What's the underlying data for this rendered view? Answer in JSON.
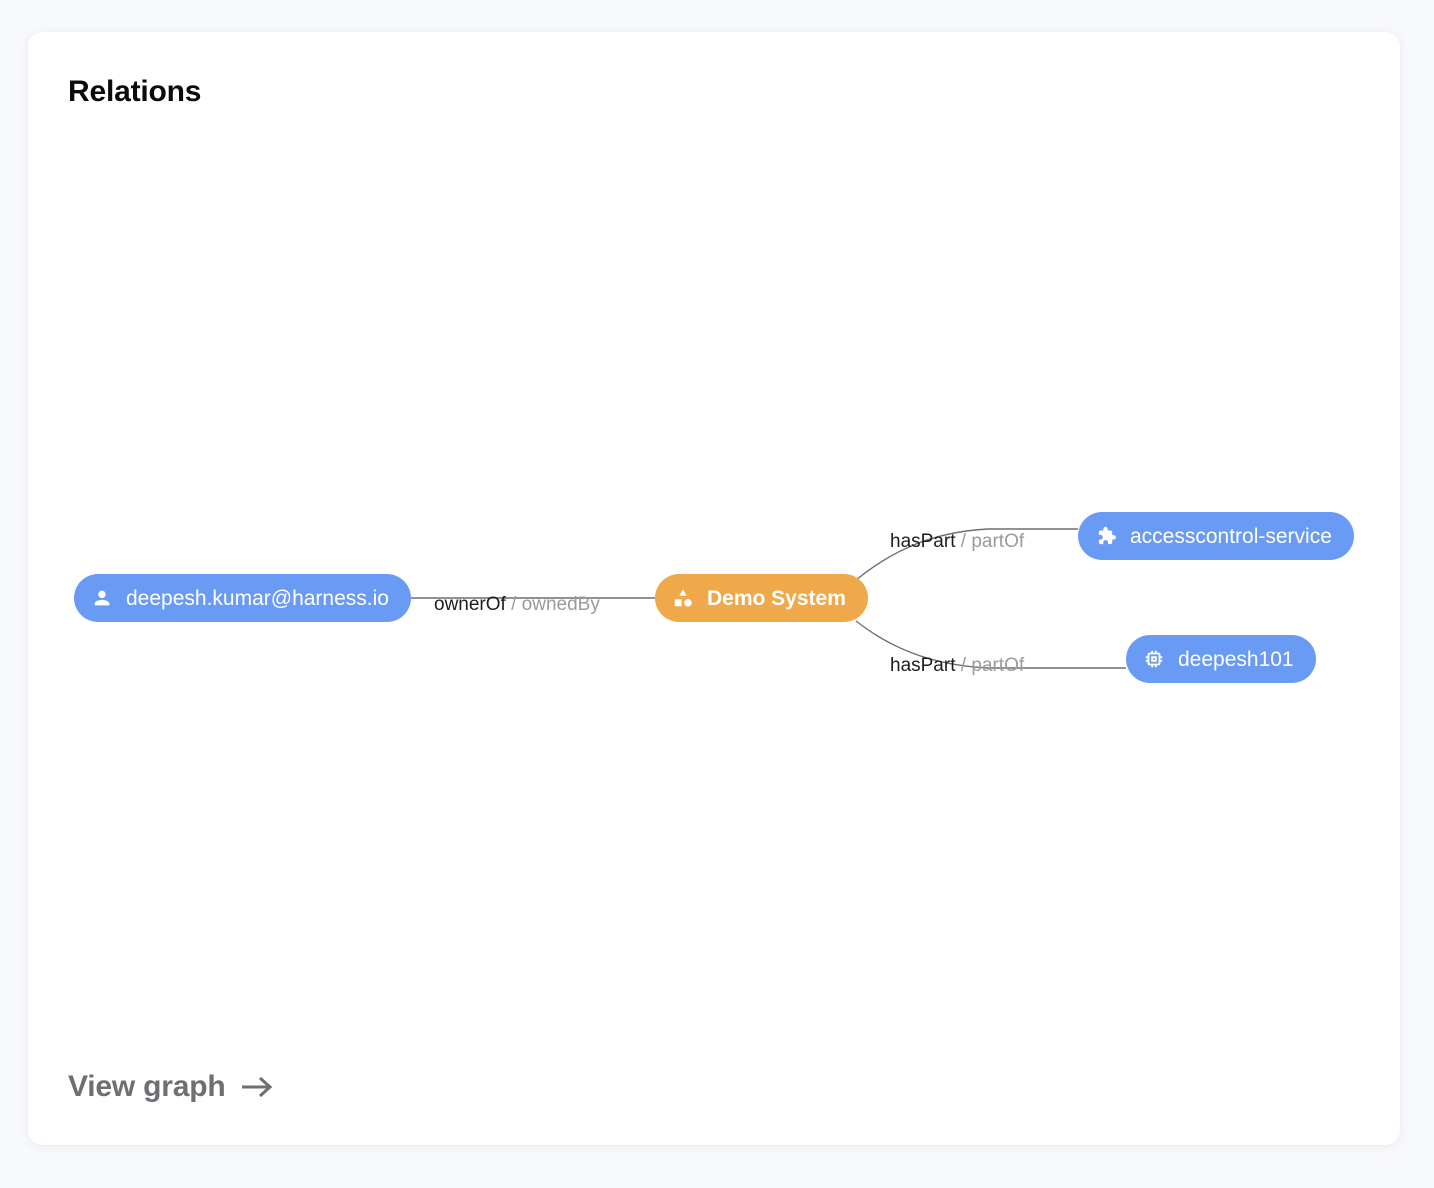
{
  "card": {
    "title": "Relations",
    "footer_link": {
      "label": "View graph",
      "icon": "arrow-right-icon"
    }
  },
  "colors": {
    "page_background": "#f8f9fc",
    "card_background": "#ffffff",
    "node_blue": "#6a9bf4",
    "node_orange": "#efa94b",
    "edge_line": "#6e6e73",
    "label_primary": "#1d1d1f",
    "label_secondary": "#9a9a9f",
    "title_text": "#0b0b0d",
    "footer_text": "#6e6e73"
  },
  "graph": {
    "nodes": [
      {
        "id": "user",
        "label": "deepesh.kumar@harness.io",
        "kind": "user",
        "icon": "person-icon",
        "color": "#6a9bf4"
      },
      {
        "id": "system",
        "label": "Demo System",
        "kind": "system",
        "icon": "category-icon",
        "color": "#efa94b"
      },
      {
        "id": "service",
        "label": "accesscontrol-service",
        "kind": "component",
        "icon": "puzzle-piece-icon",
        "color": "#6a9bf4"
      },
      {
        "id": "component",
        "label": "deepesh101",
        "kind": "resource",
        "icon": "memory-chip-icon",
        "color": "#6a9bf4"
      }
    ],
    "edges": [
      {
        "id": "ownerof",
        "source": "user",
        "target": "system",
        "forward": "ownerOf",
        "separator": "/",
        "reverse": "ownedBy"
      },
      {
        "id": "haspart1",
        "source": "system",
        "target": "service",
        "forward": "hasPart",
        "separator": "/",
        "reverse": "partOf"
      },
      {
        "id": "haspart2",
        "source": "system",
        "target": "component",
        "forward": "hasPart",
        "separator": "/",
        "reverse": "partOf"
      }
    ]
  }
}
